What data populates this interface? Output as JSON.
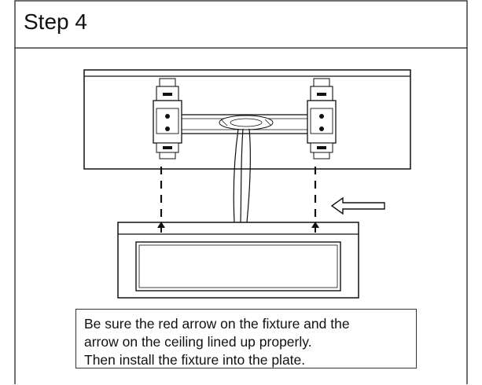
{
  "step": {
    "title": "Step 4"
  },
  "note": {
    "lines": [
      "Be sure the red arrow on the fixture and the",
      "arrow on the ceiling lined up properly.",
      "Then install the fixture into the plate."
    ]
  },
  "colors": {
    "ink": "#111111",
    "panel_fill": "#ffffff",
    "arrow_fill": "#ffffff"
  }
}
